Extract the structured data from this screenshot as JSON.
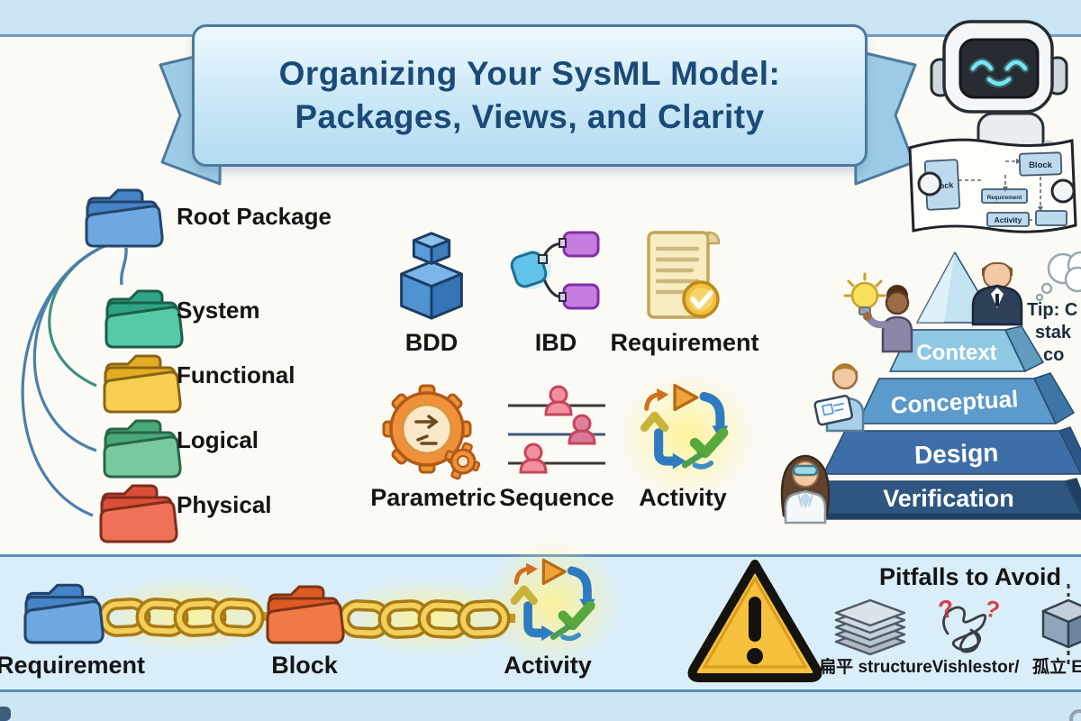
{
  "banner": {
    "title_line1": "Organizing Your SysML Model:",
    "title_line2": "Packages, Views, and Clarity"
  },
  "package_tree": {
    "items": [
      {
        "label": "Root Package",
        "fill": "#6fa8e0",
        "dark": "#4584c6",
        "stroke": "#24456b"
      },
      {
        "label": "System",
        "fill": "#57c9a6",
        "dark": "#2fa385",
        "stroke": "#1b5f4b"
      },
      {
        "label": "Functional",
        "fill": "#f6cf52",
        "dark": "#e2ad24",
        "stroke": "#8a6414"
      },
      {
        "label": "Logical",
        "fill": "#79c99e",
        "dark": "#4aa97a",
        "stroke": "#2a6649"
      },
      {
        "label": "Physical",
        "fill": "#ef7158",
        "dark": "#da4f38",
        "stroke": "#7e2c1d"
      }
    ]
  },
  "diagram_types": {
    "row1": [
      {
        "label": "BDD"
      },
      {
        "label": "IBD"
      },
      {
        "label": "Requirement"
      }
    ],
    "row2": [
      {
        "label": "Parametric"
      },
      {
        "label": "Sequence"
      },
      {
        "label": "Activity"
      }
    ]
  },
  "pyramid": {
    "cap_front": "#c3e3f2",
    "levels": [
      {
        "label": "Context",
        "front": "#8fc8e2",
        "side": "#639bc0"
      },
      {
        "label": "Conceptual",
        "front": "#5b9aca",
        "side": "#3d76a6"
      },
      {
        "label": "Design",
        "front": "#3e6ea7",
        "side": "#2b5787"
      },
      {
        "label": "Verification",
        "front": "#2e5681",
        "side": "#203f63"
      }
    ]
  },
  "tip_bubble": {
    "line1": "Tip: C",
    "line2": "stak",
    "line3": "co"
  },
  "robot": {
    "paper_labels": {
      "block_left": "Block",
      "block_right": "Block",
      "requirement": "Requirement",
      "activity": "Activity"
    }
  },
  "traceability": {
    "nodes": [
      {
        "label": "Requirement",
        "fill": "#6fa8e0",
        "dark": "#4584c6",
        "stroke": "#24456b"
      },
      {
        "label": "Block",
        "fill": "#ef7a46",
        "dark": "#dc5a24",
        "stroke": "#7e3315"
      },
      {
        "label": "Activity"
      }
    ],
    "chain_color": "#d9a426"
  },
  "pitfalls": {
    "title": "Pitfalls to Avoid",
    "items": [
      {
        "label": "扁平 structure"
      },
      {
        "label": "Vishlestor/"
      },
      {
        "label": "孤立 Elem"
      }
    ]
  }
}
